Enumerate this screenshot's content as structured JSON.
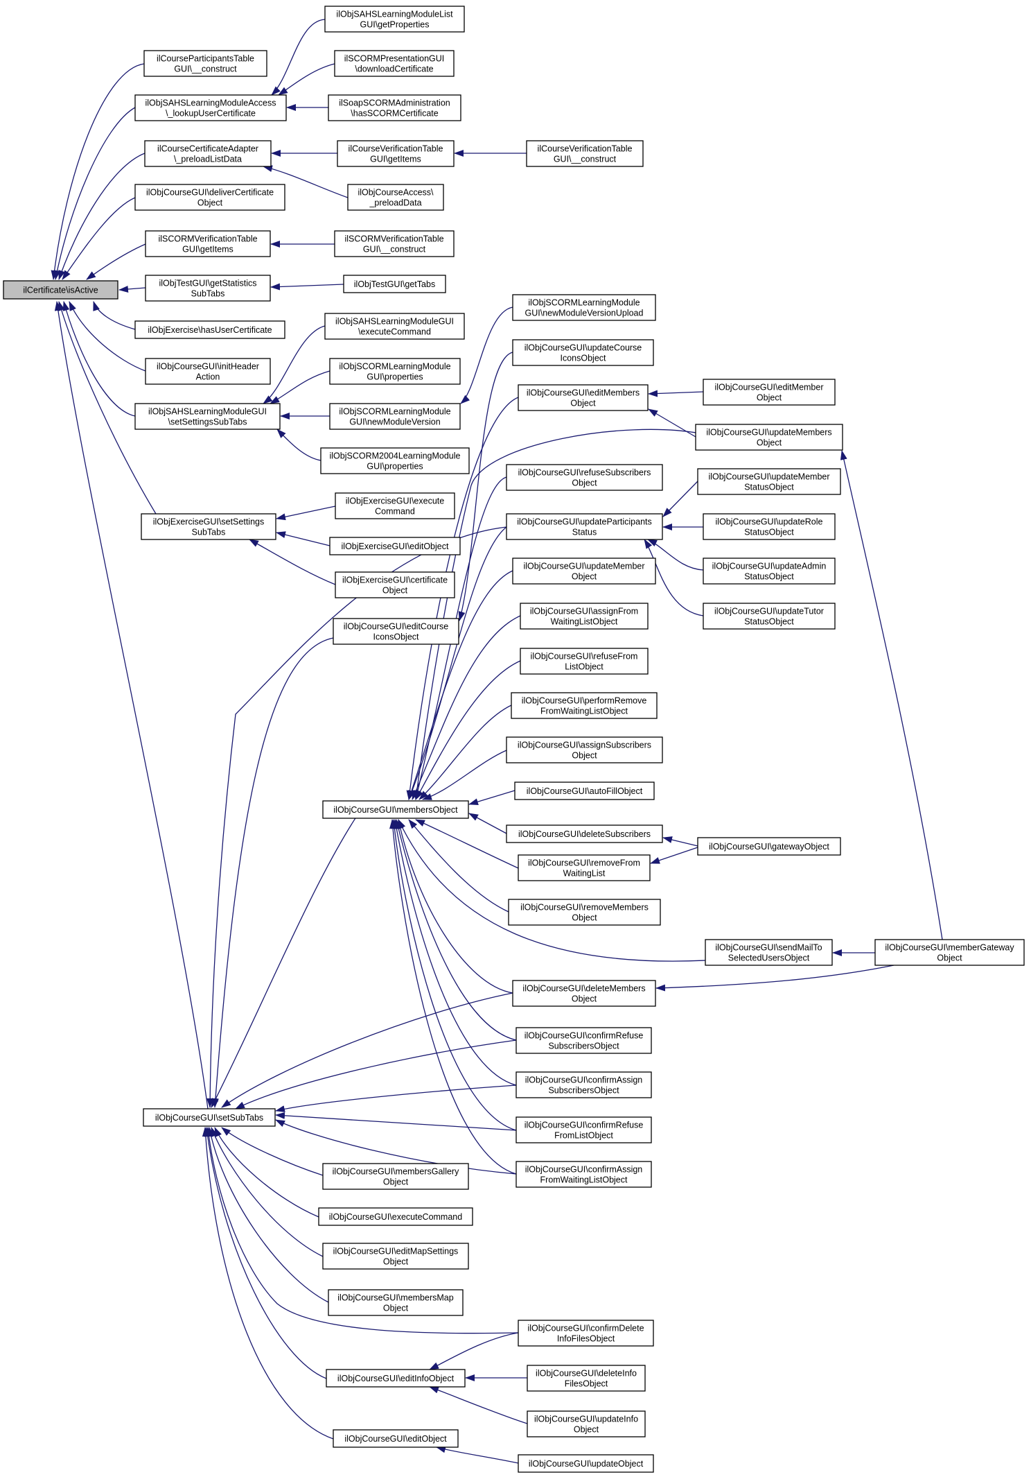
{
  "colors": {
    "edge": "#191970",
    "node_border": "#000000",
    "node_fill": "#ffffff",
    "root_fill": "#bfbfbf"
  },
  "nodes": [
    {
      "id": "isActive",
      "lines": [
        "ilCertificate\\isActive"
      ]
    },
    {
      "id": "cptConstruct",
      "lines": [
        "ilCourseParticipantsTable",
        "GUI\\__construct"
      ]
    },
    {
      "id": "lookupUserCert",
      "lines": [
        "ilObjSAHSLearningModuleAccess",
        "\\_lookupUserCertificate"
      ]
    },
    {
      "id": "preloadListData",
      "lines": [
        "ilCourseCertificateAdapter",
        "\\_preloadListData"
      ]
    },
    {
      "id": "deliverCert",
      "lines": [
        "ilObjCourseGUI\\deliverCertificate",
        "Object"
      ]
    },
    {
      "id": "scormVerifGetItems",
      "lines": [
        "ilSCORMVerificationTable",
        "GUI\\getItems"
      ]
    },
    {
      "id": "testGetStatsSubTabs",
      "lines": [
        "ilObjTestGUI\\getStatistics",
        "SubTabs"
      ]
    },
    {
      "id": "exHasUserCert",
      "lines": [
        "ilObjExercise\\hasUserCertificate"
      ]
    },
    {
      "id": "initHeaderAction",
      "lines": [
        "ilObjCourseGUI\\initHeader",
        "Action"
      ]
    },
    {
      "id": "sahsSetSettingsSubTabs",
      "lines": [
        "ilObjSAHSLearningModuleGUI",
        "\\setSettingsSubTabs"
      ]
    },
    {
      "id": "exSetSettingsSubTabs",
      "lines": [
        "ilObjExerciseGUI\\setSettings",
        "SubTabs"
      ]
    },
    {
      "id": "setSubTabs",
      "lines": [
        "ilObjCourseGUI\\setSubTabs"
      ]
    },
    {
      "id": "sahsListGetProps",
      "lines": [
        "ilObjSAHSLearningModuleList",
        "GUI\\getProperties"
      ]
    },
    {
      "id": "scormPresDownload",
      "lines": [
        "ilSCORMPresentationGUI",
        "\\downloadCertificate"
      ]
    },
    {
      "id": "soapHasScormCert",
      "lines": [
        "ilSoapSCORMAdministration",
        "\\hasSCORMCertificate"
      ]
    },
    {
      "id": "courseVerifGetItems",
      "lines": [
        "ilCourseVerificationTable",
        "GUI\\getItems"
      ]
    },
    {
      "id": "courseVerifConstruct",
      "lines": [
        "ilCourseVerificationTable",
        "GUI\\__construct"
      ]
    },
    {
      "id": "courseAccessPreload",
      "lines": [
        "ilObjCourseAccess\\",
        "_preloadData"
      ]
    },
    {
      "id": "scormVerifConstruct",
      "lines": [
        "ilSCORMVerificationTable",
        "GUI\\__construct"
      ]
    },
    {
      "id": "testGetTabs",
      "lines": [
        "ilObjTestGUI\\getTabs"
      ]
    },
    {
      "id": "sahsExecCmd",
      "lines": [
        "ilObjSAHSLearningModuleGUI",
        "\\executeCommand"
      ]
    },
    {
      "id": "scormLmProps",
      "lines": [
        "ilObjSCORMLearningModule",
        "GUI\\properties"
      ]
    },
    {
      "id": "scormLmNewVersion",
      "lines": [
        "ilObjSCORMLearningModule",
        "GUI\\newModuleVersion"
      ]
    },
    {
      "id": "scorm2004Props",
      "lines": [
        "ilObjSCORM2004LearningModule",
        "GUI\\properties"
      ]
    },
    {
      "id": "scormLmNewVersionUpload",
      "lines": [
        "ilObjSCORMLearningModule",
        "GUI\\newModuleVersionUpload"
      ]
    },
    {
      "id": "exExecCmd",
      "lines": [
        "ilObjExerciseGUI\\execute",
        "Command"
      ]
    },
    {
      "id": "exEditObject",
      "lines": [
        "ilObjExerciseGUI\\editObject"
      ]
    },
    {
      "id": "exCertObject",
      "lines": [
        "ilObjExerciseGUI\\certificate",
        "Object"
      ]
    },
    {
      "id": "editCourseIcons",
      "lines": [
        "ilObjCourseGUI\\editCourse",
        "IconsObject"
      ]
    },
    {
      "id": "updateCourseIcons",
      "lines": [
        "ilObjCourseGUI\\updateCourse",
        "IconsObject"
      ]
    },
    {
      "id": "editMembers",
      "lines": [
        "ilObjCourseGUI\\editMembers",
        "Object"
      ]
    },
    {
      "id": "editMember",
      "lines": [
        "ilObjCourseGUI\\editMember",
        "Object"
      ]
    },
    {
      "id": "updateMembers",
      "lines": [
        "ilObjCourseGUI\\updateMembers",
        "Object"
      ]
    },
    {
      "id": "refuseSubscribers",
      "lines": [
        "ilObjCourseGUI\\refuseSubscribers",
        "Object"
      ]
    },
    {
      "id": "updateMemberStatus",
      "lines": [
        "ilObjCourseGUI\\updateMember",
        "StatusObject"
      ]
    },
    {
      "id": "updatePartStatus",
      "lines": [
        "ilObjCourseGUI\\updateParticipants",
        "Status"
      ]
    },
    {
      "id": "updateRoleStatus",
      "lines": [
        "ilObjCourseGUI\\updateRole",
        "StatusObject"
      ]
    },
    {
      "id": "updateAdminStatus",
      "lines": [
        "ilObjCourseGUI\\updateAdmin",
        "StatusObject"
      ]
    },
    {
      "id": "updateTutorStatus",
      "lines": [
        "ilObjCourseGUI\\updateTutor",
        "StatusObject"
      ]
    },
    {
      "id": "updateMember",
      "lines": [
        "ilObjCourseGUI\\updateMember",
        "Object"
      ]
    },
    {
      "id": "assignFromWaiting",
      "lines": [
        "ilObjCourseGUI\\assignFrom",
        "WaitingListObject"
      ]
    },
    {
      "id": "refuseFromList",
      "lines": [
        "ilObjCourseGUI\\refuseFrom",
        "ListObject"
      ]
    },
    {
      "id": "performRemoveWaiting",
      "lines": [
        "ilObjCourseGUI\\performRemove",
        "FromWaitingListObject"
      ]
    },
    {
      "id": "assignSubscribers",
      "lines": [
        "ilObjCourseGUI\\assignSubscribers",
        "Object"
      ]
    },
    {
      "id": "autoFill",
      "lines": [
        "ilObjCourseGUI\\autoFillObject"
      ]
    },
    {
      "id": "membersObject",
      "lines": [
        "ilObjCourseGUI\\membersObject"
      ]
    },
    {
      "id": "deleteSubscribers",
      "lines": [
        "ilObjCourseGUI\\deleteSubscribers"
      ]
    },
    {
      "id": "gatewayObject",
      "lines": [
        "ilObjCourseGUI\\gatewayObject"
      ]
    },
    {
      "id": "removeFromWaiting",
      "lines": [
        "ilObjCourseGUI\\removeFrom",
        "WaitingList"
      ]
    },
    {
      "id": "removeMembers",
      "lines": [
        "ilObjCourseGUI\\removeMembers",
        "Object"
      ]
    },
    {
      "id": "sendMail",
      "lines": [
        "ilObjCourseGUI\\sendMailTo",
        "SelectedUsersObject"
      ]
    },
    {
      "id": "memberGateway",
      "lines": [
        "ilObjCourseGUI\\memberGateway",
        "Object"
      ]
    },
    {
      "id": "deleteMembers",
      "lines": [
        "ilObjCourseGUI\\deleteMembers",
        "Object"
      ]
    },
    {
      "id": "confirmRefuseSubs",
      "lines": [
        "ilObjCourseGUI\\confirmRefuse",
        "SubscribersObject"
      ]
    },
    {
      "id": "confirmAssignSubs",
      "lines": [
        "ilObjCourseGUI\\confirmAssign",
        "SubscribersObject"
      ]
    },
    {
      "id": "confirmRefuseFromList",
      "lines": [
        "ilObjCourseGUI\\confirmRefuse",
        "FromListObject"
      ]
    },
    {
      "id": "confirmAssignFromWaiting",
      "lines": [
        "ilObjCourseGUI\\confirmAssign",
        "FromWaitingListObject"
      ]
    },
    {
      "id": "membersGallery",
      "lines": [
        "ilObjCourseGUI\\membersGallery",
        "Object"
      ]
    },
    {
      "id": "courseExecCmd",
      "lines": [
        "ilObjCourseGUI\\executeCommand"
      ]
    },
    {
      "id": "editMapSettings",
      "lines": [
        "ilObjCourseGUI\\editMapSettings",
        "Object"
      ]
    },
    {
      "id": "membersMap",
      "lines": [
        "ilObjCourseGUI\\membersMap",
        "Object"
      ]
    },
    {
      "id": "confirmDeleteInfoFiles",
      "lines": [
        "ilObjCourseGUI\\confirmDelete",
        "InfoFilesObject"
      ]
    },
    {
      "id": "editInfo",
      "lines": [
        "ilObjCourseGUI\\editInfoObject"
      ]
    },
    {
      "id": "deleteInfoFiles",
      "lines": [
        "ilObjCourseGUI\\deleteInfo",
        "FilesObject"
      ]
    },
    {
      "id": "updateInfo",
      "lines": [
        "ilObjCourseGUI\\updateInfo",
        "Object"
      ]
    },
    {
      "id": "editObject",
      "lines": [
        "ilObjCourseGUI\\editObject"
      ]
    },
    {
      "id": "updateObject",
      "lines": [
        "ilObjCourseGUI\\updateObject"
      ]
    }
  ]
}
